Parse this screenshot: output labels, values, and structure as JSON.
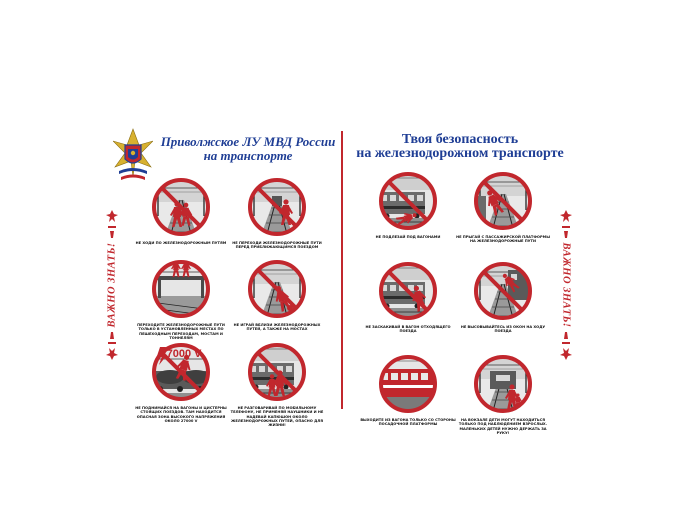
{
  "header": {
    "left_title_1": "Приволжское ЛУ МВД России",
    "left_title_2": "на транспорте",
    "right_title_1": "Твоя безопасность",
    "right_title_2": "на железнодорожном транспорте"
  },
  "side_banner": "ВАЖНО ЗНАТЬ!",
  "left_items": [
    {
      "caption": "НЕ ХОДИ ПО ЖЕЛЕЗНОДОРОЖНЫМ ПУТЯМ"
    },
    {
      "caption": "НЕ ПЕРЕХОДИ ЖЕЛЕЗНОДОРОЖНЫЕ ПУТИ ПЕРЕД ПРИБЛИЖАЮЩИМСЯ ПОЕЗДОМ"
    },
    {
      "caption": "ПЕРЕХОДИТЕ ЖЕЛЕЗНОДОРОЖНЫЕ ПУТИ ТОЛЬКО В УСТАНОВЛЕННЫХ МЕСТАХ ПО ПЕШЕХОДНЫМ ПЕРЕХОДАМ, МОСТАМ И ТОННЕЛЯМ"
    },
    {
      "caption": "НЕ ИГРАЙ ВБЛИЗИ ЖЕЛЕЗНОДОРОЖНЫХ ПУТЕЙ, А ТАКЖЕ НА МОСТАХ"
    },
    {
      "caption": "НЕ ПОДНИМАЙСЯ НА ВАГОНЫ И ЦИСТЕРНЫ СТОЯЩИХ ПОЕЗДОВ. ТАМ НАХОДИТСЯ ОПАСНАЯ ЗОНА ВЫСОКОГО НАПРЯЖЕНИЯ ОКОЛО 27000 V",
      "label": "27000 V"
    },
    {
      "caption": "НЕ РАЗГОВАРИВАЙ ПО МОБИЛЬНОМУ ТЕЛЕФОНУ, НЕ ПРИМЕНЯЙ НАУШНИКИ И НЕ НАДЕВАЙ КАПЮШОН ОКОЛО ЖЕЛЕЗНОДОРОЖНЫХ ПУТЕЙ, ОПАСНО ДЛЯ ЖИЗНИ!"
    }
  ],
  "right_items": [
    {
      "caption": "НЕ ПОДЛЕЗАЙ ПОД ВАГОНАМИ"
    },
    {
      "caption": "НЕ ПРЫГАЙ С ПАССАЖИРСКОЙ ПЛАТФОРМЫ НА ЖЕЛЕЗНОДОРОЖНЫЕ ПУТИ"
    },
    {
      "caption": "НЕ ЗАСКАКИВАЙ В ВАГОН ОТХОДЯЩЕГО ПОЕЗДА"
    },
    {
      "caption": "НЕ ВЫСОВЫВАЙТЕСЬ ИЗ ОКОН НА ХОДУ ПОЕЗДА"
    },
    {
      "caption": "ВЫХОДИТЕ ИЗ ВАГОНА ТОЛЬКО СО СТОРОНЫ ПОСАДОЧНОЙ ПЛАТФОРМЫ"
    },
    {
      "caption": "НА ВОКЗАЛЕ ДЕТИ МОГУТ НАХОДИТЬСЯ ТОЛЬКО ПОД НАБЛЮДЕНИЕМ ВЗРОСЛЫХ. МАЛЕНЬКИХ ДЕТЕЙ НУЖНО ДЕРЖАТЬ ЗА РУКУ!"
    }
  ],
  "colors": {
    "title_blue": "#1f3e95",
    "sign_red": "#c1272d",
    "scene_gray": "#3a3a3a"
  }
}
